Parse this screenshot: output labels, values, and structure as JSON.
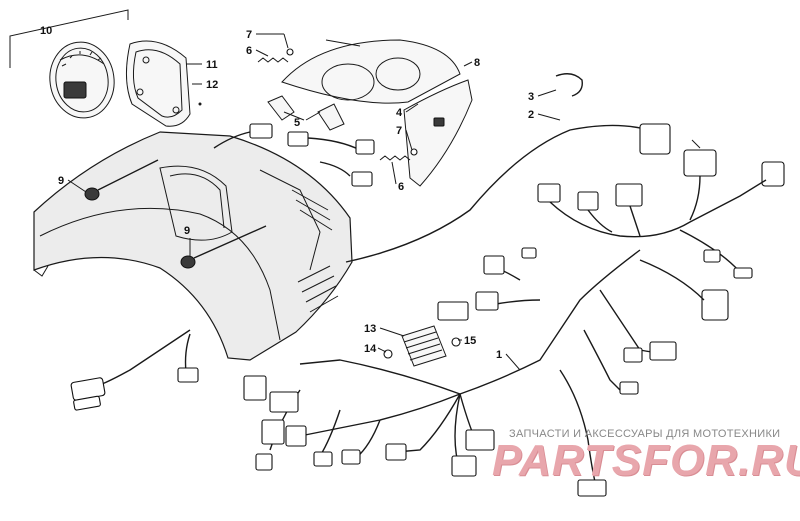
{
  "callouts": {
    "n10": "10",
    "n11": "11",
    "n12": "12",
    "n7a": "7",
    "n6a": "6",
    "n8": "8",
    "n3": "3",
    "n2": "2",
    "n5": "5",
    "n4": "4",
    "n7b": "7",
    "n6b": "6",
    "n9a": "9",
    "n9b": "9",
    "n13": "13",
    "n14": "14",
    "n15": "15",
    "n1": "1"
  },
  "watermark": {
    "tagline": "ЗАПЧАСТИ И АКСЕССУАРЫ ДЛЯ МОТОТЕХНИКИ",
    "brand": "PARTSFOR.RU"
  },
  "colors": {
    "ink": "#1a1a1a",
    "watermark": "#e8a6ac"
  }
}
